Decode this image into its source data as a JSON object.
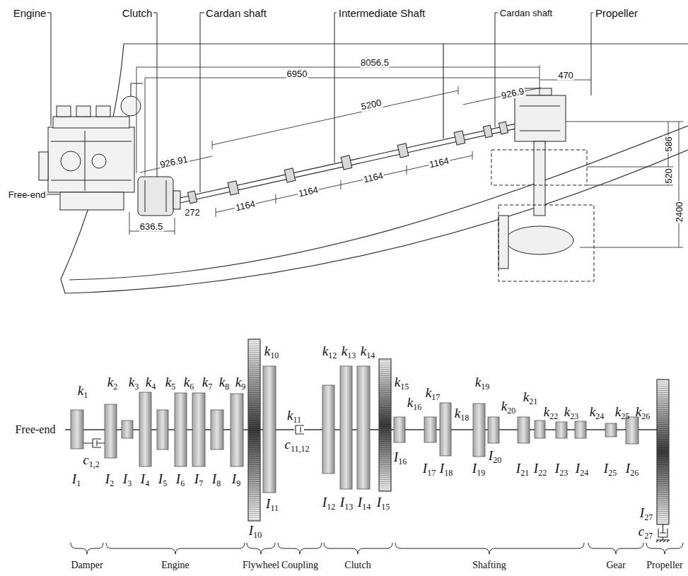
{
  "diagram": {
    "labels": [
      "Engine",
      "Clutch",
      "Cardan shaft",
      "Intermediate Shaft",
      "Cardan shaft",
      "Propeller",
      "8056.5",
      "6950",
      "5200",
      "470",
      "926.9",
      "926.91",
      "Free-end",
      "272",
      "1164",
      "1164",
      "1164",
      "1164",
      "636.5",
      "586",
      "520",
      "2400",
      "Free-end",
      "k1",
      "k2",
      "k3",
      "k4",
      "k5",
      "k6",
      "k7",
      "k8",
      "k9",
      "k10",
      "k11",
      "k12",
      "k13",
      "k14",
      "k15",
      "k16",
      "k17",
      "k18",
      "k19",
      "k20",
      "k21",
      "k22",
      "k23",
      "k24",
      "k25",
      "k26",
      "I1",
      "I2",
      "I3",
      "I4",
      "I5",
      "I6",
      "I7",
      "I8",
      "I9",
      "I10",
      "I11",
      "I12",
      "I13",
      "I14",
      "I15",
      "I16",
      "I17",
      "I18",
      "I19",
      "I20",
      "I21",
      "I22",
      "I23",
      "I24",
      "I25",
      "I26",
      "I27",
      "c1,2",
      "c11,12",
      "c27",
      "Damper",
      "Engine",
      "Flywheel",
      "Coupling",
      "Clutch",
      "Shafting",
      "Gear",
      "Propeller"
    ]
  }
}
